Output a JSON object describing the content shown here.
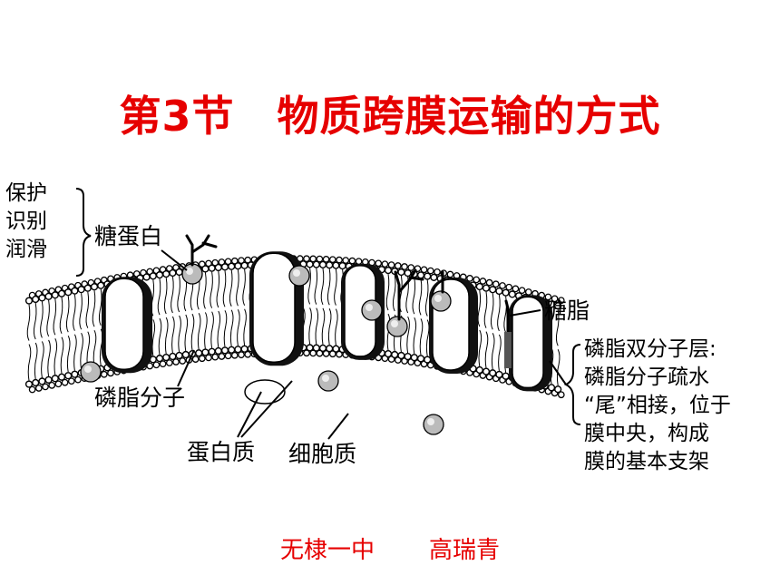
{
  "title": "第3节　物质跨膜运输的方式",
  "footer": {
    "school": "无棣一中",
    "author": "高瑞青"
  },
  "labels": {
    "functions": [
      "保护",
      "识别",
      "润滑"
    ],
    "glycoprotein": "糖蛋白",
    "glycolipid": "糖脂",
    "phospholipid_molecule": "磷脂分子",
    "protein": "蛋白质",
    "cytoplasm": "细胞质",
    "bilayer_note": [
      "磷脂双分子层:",
      "磷脂分子疏水",
      "“尾”相接，位于",
      "膜中央，构成",
      "膜的基本支架"
    ]
  }
}
